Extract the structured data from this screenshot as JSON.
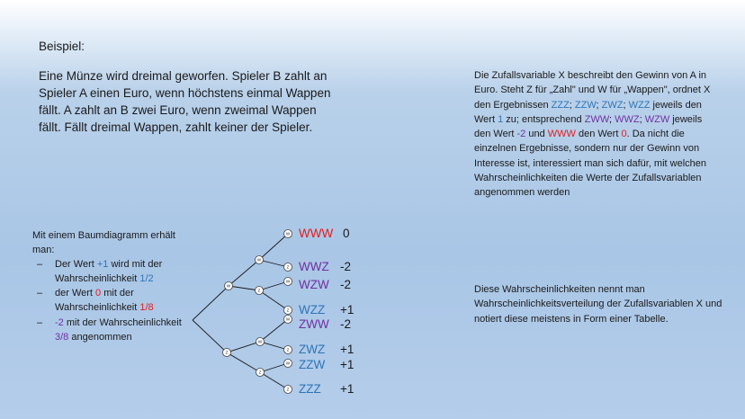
{
  "heading": "Beispiel:",
  "intro": "Eine Münze wird dreimal geworfen. Spieler B zahlt an Spieler A einen Euro, wenn höchstens einmal Wappen fällt. A zahlt an B zwei Euro, wenn zweimal Wappen fällt. Fällt dreimal Wappen, zahlt keiner der Spieler.",
  "right_para": {
    "p1": "Die Zufallsvariable X beschreibt den Gewinn von A in Euro. Steht Z für „Zahl\" und W für „Wappen\", ordnet X den Ergebnissen ",
    "zzz": "ZZZ",
    "sep1": "; ",
    "zzw": "ZZW",
    "sep2": "; ",
    "zwz": "ZWZ",
    "sep3": "; ",
    "wzz": "WZZ",
    "p2": " jeweils den Wert ",
    "one": "1",
    "p3": " zu; entsprechend ",
    "zww": "ZWW",
    "sep4": "; ",
    "wwz": "WWZ",
    "sep5": "; ",
    "wzw": "WZW",
    "p4": " jeweils den Wert ",
    "minus2": "-2",
    "p5": " und ",
    "www": "WWW",
    "p6": " den Wert ",
    "zero": "0",
    "p7": ". Da nicht die einzelnen Ergebnisse, sondern nur der Gewinn von Interesse ist, interessiert man sich dafür, mit welchen Wahrscheinlichkeiten die Werte der Zufallsvariablen angenommen werden"
  },
  "right_para2": "Diese Wahrscheinlichkeiten nennt man Wahrscheinlichkeitsverteilung der Zufallsvariablen X und notiert diese meistens in Form einer Tabelle.",
  "tree_text": {
    "lead": "Mit einem Baumdiagramm erhält man:",
    "dash": "–",
    "item1_a": "Der Wert ",
    "item1_val": "+1",
    "item1_b": " wird mit der Wahrscheinlichkeit ",
    "item1_prob": "1/2",
    "item2_a": "der Wert ",
    "item2_val": "0",
    "item2_b": " mit der Wahrscheinlichkeit ",
    "item2_prob": "1/8",
    "item3_val": "-2",
    "item3_b": " mit der Wahrscheinlichkeit ",
    "item3_prob": "3/8",
    "item3_c": " angenommen"
  },
  "tree": {
    "node_w": "W",
    "node_z": "Z",
    "leaves": [
      {
        "label": "WWW",
        "value": "0",
        "color": "#e41b1b"
      },
      {
        "label": "WWZ",
        "value": "-2",
        "color": "#7030a0"
      },
      {
        "label": "WZW",
        "value": "-2",
        "color": "#7030a0"
      },
      {
        "label": "WZZ",
        "value": "+1",
        "color": "#2e75b6"
      },
      {
        "label": "ZWW",
        "value": "-2",
        "color": "#7030a0"
      },
      {
        "label": "ZWZ",
        "value": "+1",
        "color": "#2e75b6"
      },
      {
        "label": "ZZW",
        "value": "+1",
        "color": "#2e75b6"
      },
      {
        "label": "ZZZ",
        "value": "+1",
        "color": "#2e75b6"
      }
    ]
  }
}
